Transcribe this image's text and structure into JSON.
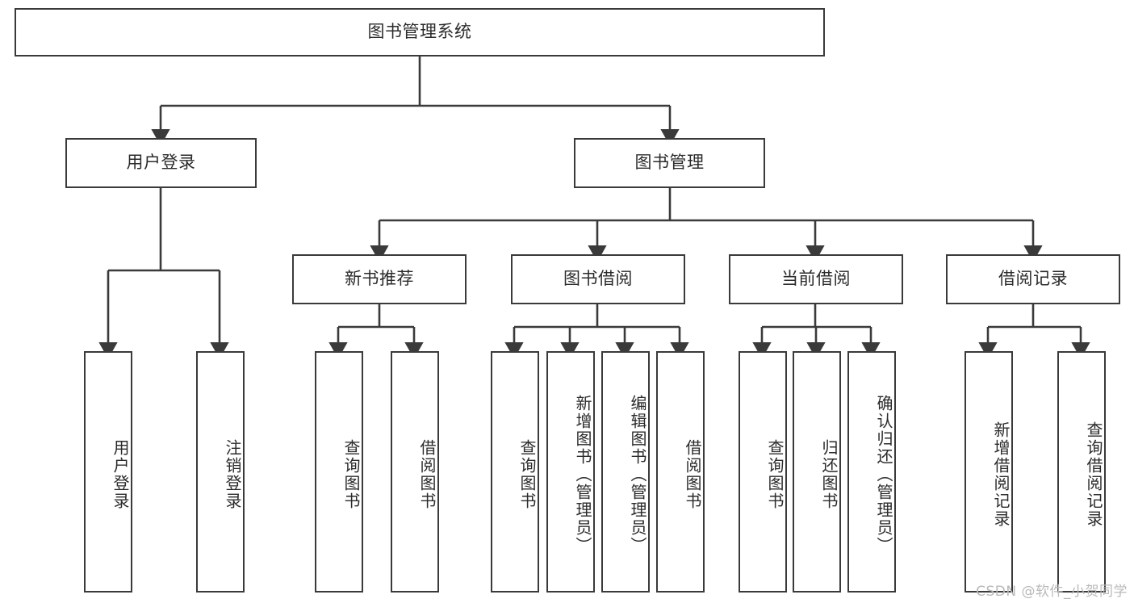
{
  "diagram": {
    "title": "图书管理系统",
    "type": "hierarchy-tree",
    "root": {
      "id": "root",
      "label": "图书管理系统"
    },
    "level1": [
      {
        "id": "user-login",
        "label": "用户登录"
      },
      {
        "id": "book-manage",
        "label": "图书管理"
      }
    ],
    "level2": [
      {
        "id": "new-book-rec",
        "label": "新书推荐",
        "parent": "book-manage"
      },
      {
        "id": "book-borrow",
        "label": "图书借阅",
        "parent": "book-manage"
      },
      {
        "id": "current-borrow",
        "label": "当前借阅",
        "parent": "book-manage"
      },
      {
        "id": "borrow-record",
        "label": "借阅记录",
        "parent": "book-manage"
      }
    ],
    "leaves": [
      {
        "id": "leaf-user-login",
        "label": "用户登录",
        "parent": "user-login"
      },
      {
        "id": "leaf-logout-login",
        "label": "注销登录",
        "parent": "user-login"
      },
      {
        "id": "leaf-query-book-rec",
        "label": "查询图书",
        "parent": "new-book-rec"
      },
      {
        "id": "leaf-borrow-book-rec",
        "label": "借阅图书",
        "parent": "new-book-rec"
      },
      {
        "id": "leaf-query-book-borrow",
        "label": "查询图书",
        "parent": "book-borrow"
      },
      {
        "id": "leaf-add-book",
        "label": "新增图书（管理员）",
        "parent": "book-borrow"
      },
      {
        "id": "leaf-edit-book",
        "label": "编辑图书（管理员）",
        "parent": "book-borrow"
      },
      {
        "id": "leaf-borrow-book",
        "label": "借阅图书",
        "parent": "book-borrow"
      },
      {
        "id": "leaf-query-book-cur",
        "label": "查询图书",
        "parent": "current-borrow"
      },
      {
        "id": "leaf-return-book",
        "label": "归还图书",
        "parent": "current-borrow"
      },
      {
        "id": "leaf-confirm-return",
        "label": "确认归还（管理员）",
        "parent": "current-borrow"
      },
      {
        "id": "leaf-add-record",
        "label": "新增借阅记录",
        "parent": "borrow-record"
      },
      {
        "id": "leaf-query-record",
        "label": "查询借阅记录",
        "parent": "borrow-record"
      }
    ],
    "watermark": "CSDN @软件_小贺同学",
    "colors": {
      "stroke": "#3a3a3a",
      "background": "#ffffff",
      "text": "#2b2b2b",
      "watermark": "#b9b9b9"
    }
  }
}
